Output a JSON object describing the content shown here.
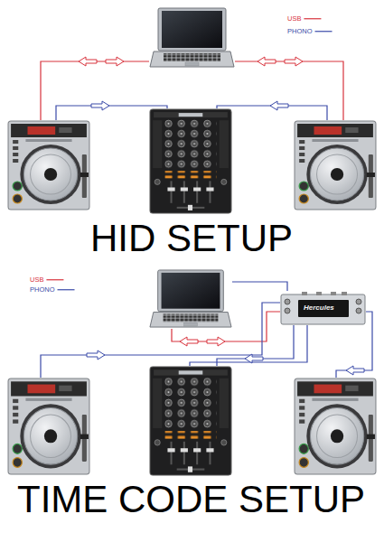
{
  "diagram": {
    "labels": [
      "HID SETUP",
      "TIME CODE SETUP",
      "Hercules"
    ],
    "legend": [
      {
        "text": "USB"
      },
      {
        "text": "PHONO"
      },
      {
        "text": "USB"
      },
      {
        "text": "PHONO"
      }
    ]
  }
}
